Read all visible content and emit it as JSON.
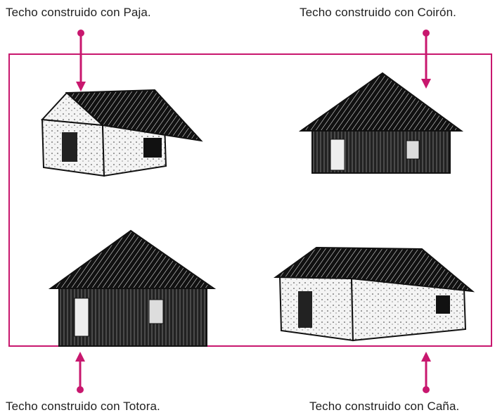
{
  "accent_color": "#c8176e",
  "labels": {
    "paja": "Techo construido con Paja.",
    "coiron": "Techo construido con Coirón.",
    "totora": "Techo construido con Totora.",
    "cana": "Techo construido con Caña."
  },
  "houses": [
    {
      "roof": "paja",
      "shape": "gable-hut"
    },
    {
      "roof": "coiron",
      "shape": "round-hut"
    },
    {
      "roof": "totora",
      "shape": "round-hut"
    },
    {
      "roof": "cana",
      "shape": "gable-house"
    }
  ]
}
